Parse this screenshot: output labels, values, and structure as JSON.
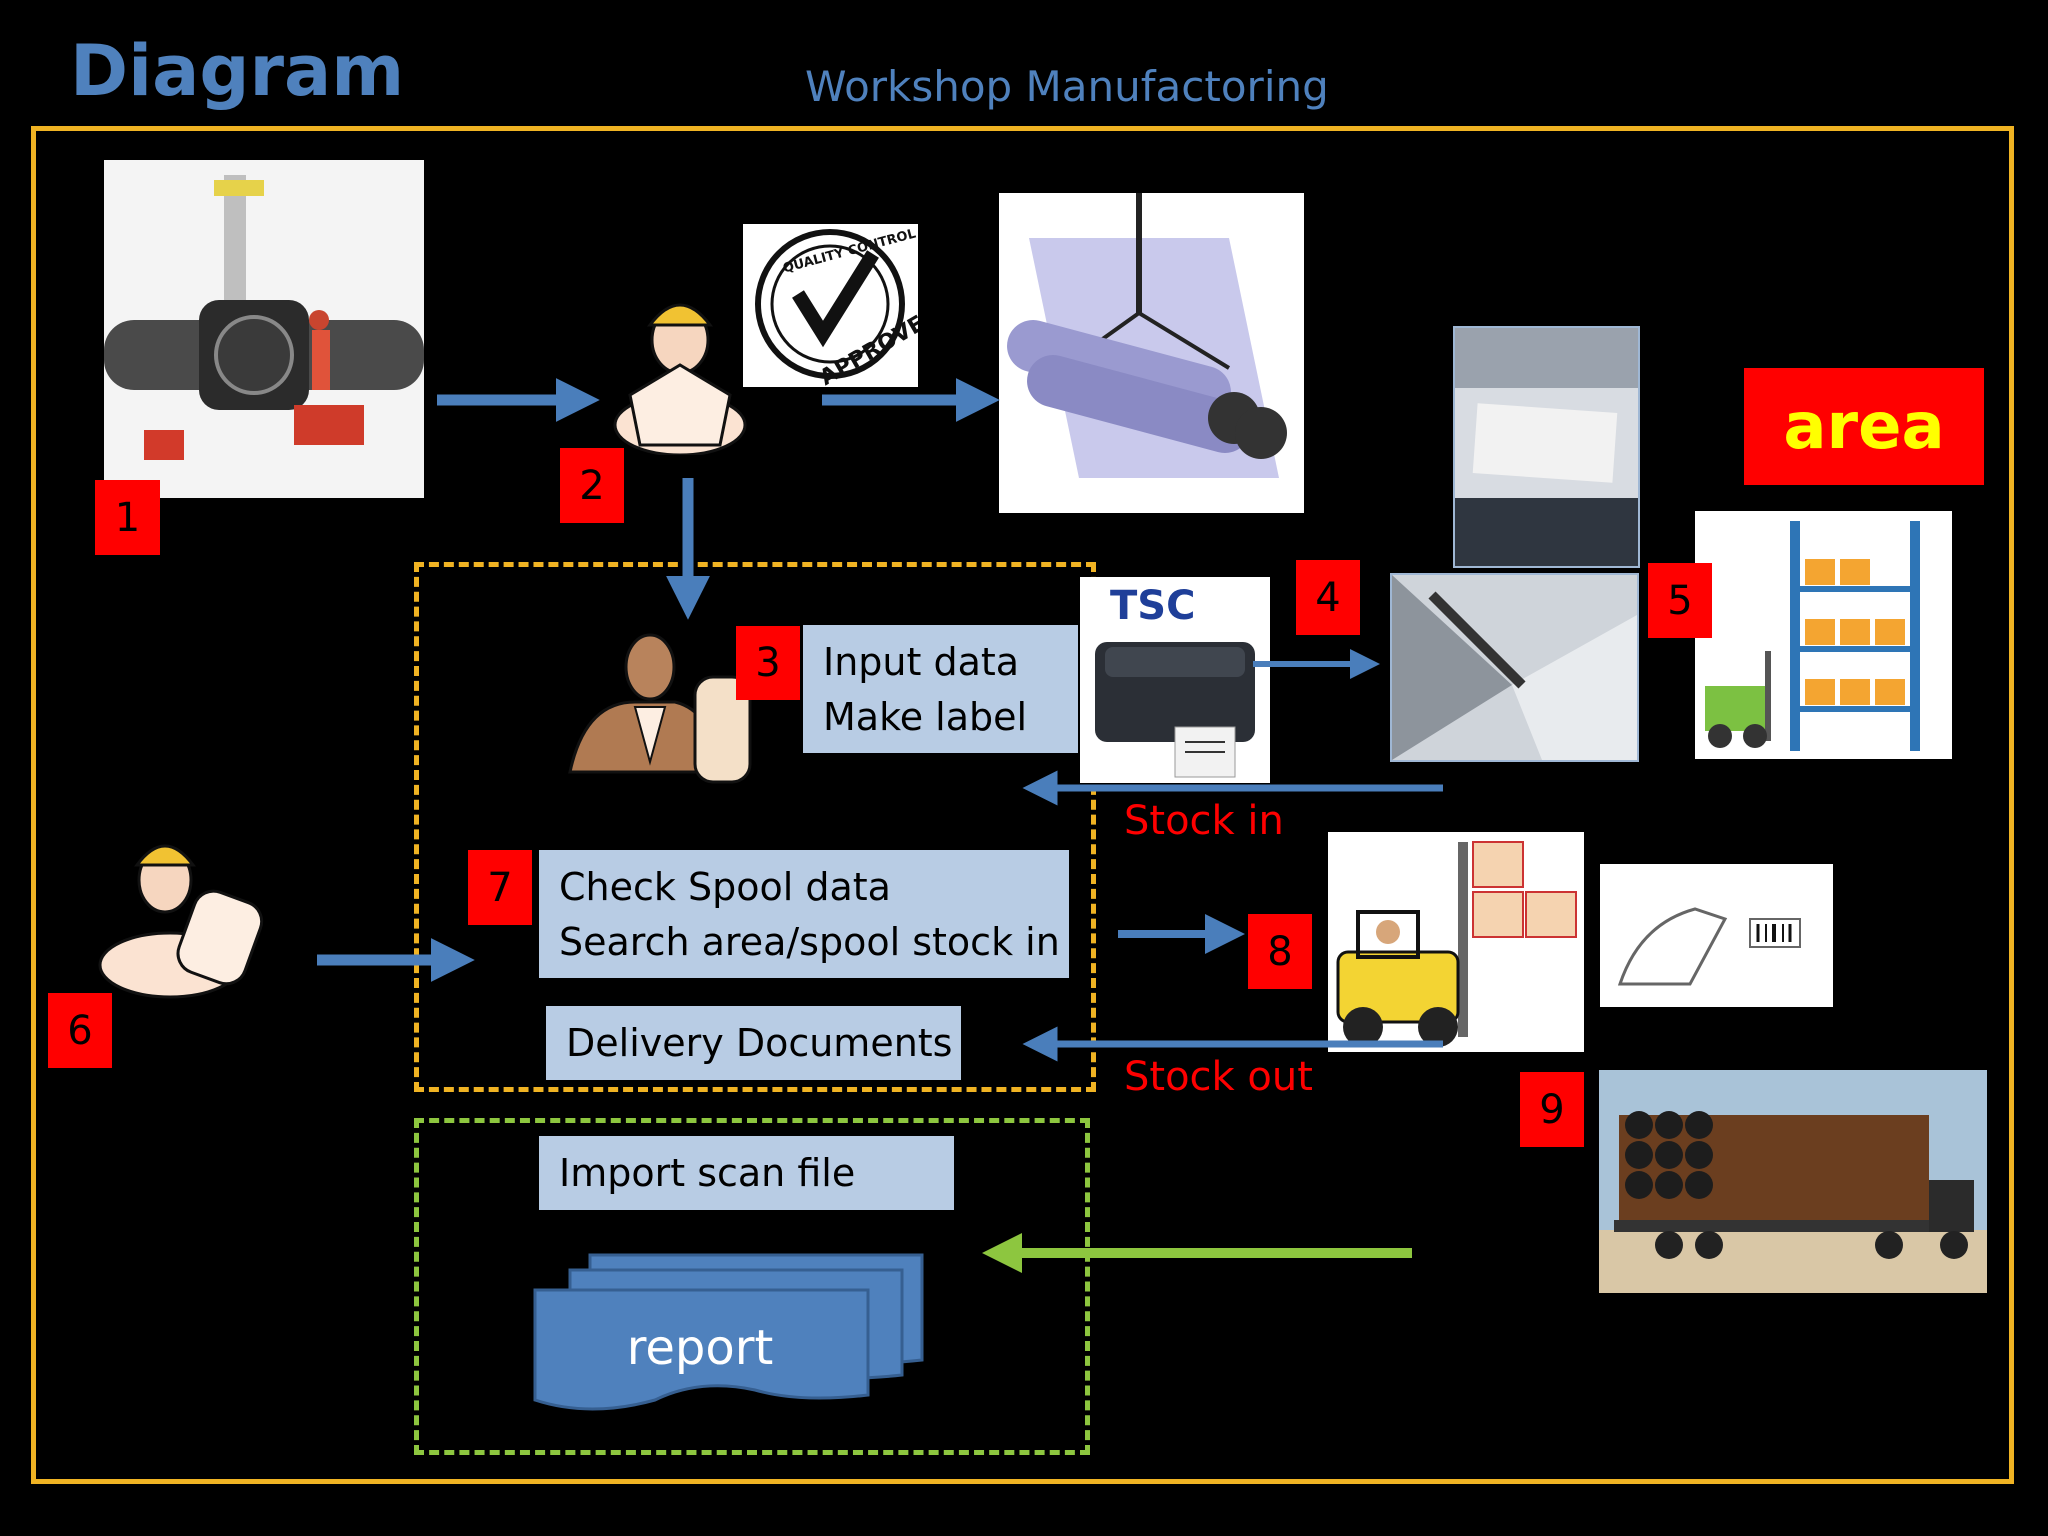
{
  "header": {
    "title": "Diagram",
    "subtitle": "Workshop Manufactoring"
  },
  "steps": {
    "s1": "1",
    "s2": "2",
    "s3": "3",
    "s4": "4",
    "s5": "5",
    "s6": "6",
    "s7": "7",
    "s8": "8",
    "s9": "9"
  },
  "labels": {
    "input_data": "Input data",
    "make_label": "Make label",
    "check_spool": "Check Spool data",
    "search_area": "Search area/spool stock in",
    "delivery_docs": "Delivery Documents",
    "import_scan": "Import scan file",
    "report": "report",
    "stock_in": "Stock in",
    "stock_out": "Stock out",
    "area": "area"
  },
  "images": {
    "stamp_top": "QUALITY CONTROL",
    "stamp_bottom": "APPROVED",
    "printer_brand": "TSC"
  },
  "colors": {
    "title_blue": "#4f81bd",
    "frame_orange": "#f0b323",
    "dash_green": "#8dc63f",
    "badge_red": "#ff0000",
    "box_fill": "#b8cce4",
    "arrow_blue": "#4a7ebb",
    "arrow_green": "#8dc63f"
  }
}
